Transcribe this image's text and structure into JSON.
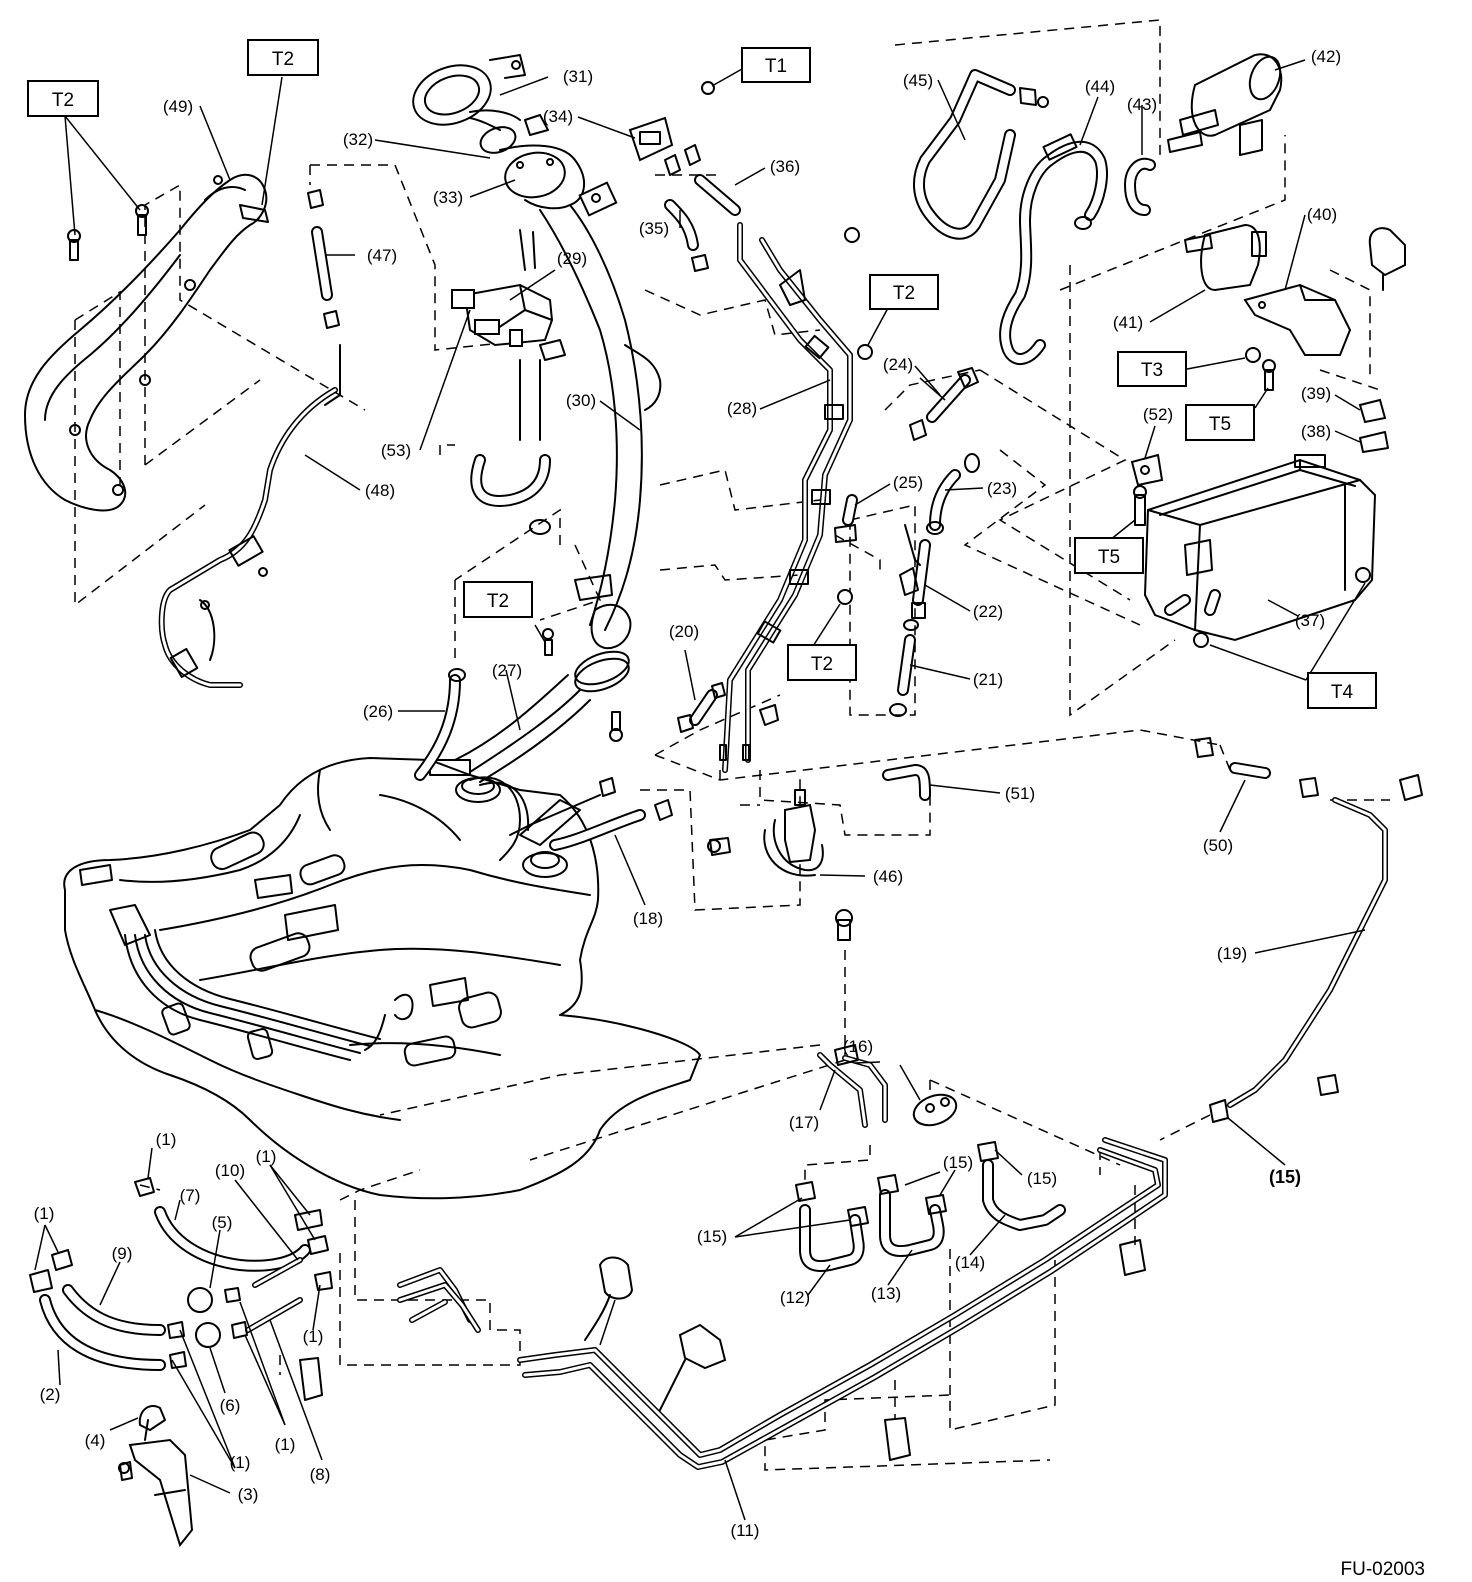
{
  "figure_id": "FU-02003",
  "torque_tags": [
    "T1",
    "T2",
    "T2",
    "T2",
    "T2",
    "T2",
    "T3",
    "T4",
    "T5",
    "T5"
  ],
  "labels": {
    "l1a": "(1)",
    "l1b": "(1)",
    "l1c": "(1)",
    "l1d": "(1)",
    "l1e": "(1)",
    "l1f": "(1)",
    "l2": "(2)",
    "l3": "(3)",
    "l4": "(4)",
    "l5": "(5)",
    "l6": "(6)",
    "l7": "(7)",
    "l8": "(8)",
    "l9": "(9)",
    "l10": "(10)",
    "l11": "(11)",
    "l12": "(12)",
    "l13": "(13)",
    "l14": "(14)",
    "l15a": "(15)",
    "l15b": "(15)",
    "l15c": "(15)",
    "l15d": "(15)",
    "l16": "(16)",
    "l17": "(17)",
    "l18": "(18)",
    "l19": "(19)",
    "l20": "(20)",
    "l21": "(21)",
    "l22": "(22)",
    "l23": "(23)",
    "l24": "(24)",
    "l25": "(25)",
    "l26": "(26)",
    "l27": "(27)",
    "l28": "(28)",
    "l29": "(29)",
    "l30": "(30)",
    "l31": "(31)",
    "l32": "(32)",
    "l33": "(33)",
    "l34": "(34)",
    "l35": "(35)",
    "l36": "(36)",
    "l37": "(37)",
    "l38": "(38)",
    "l39": "(39)",
    "l40": "(40)",
    "l41": "(41)",
    "l42": "(42)",
    "l43": "(43)",
    "l44": "(44)",
    "l45": "(45)",
    "l46": "(46)",
    "l47": "(47)",
    "l48": "(48)",
    "l49": "(49)",
    "l50": "(50)",
    "l51": "(51)",
    "l52": "(52)",
    "l53": "(53)"
  }
}
